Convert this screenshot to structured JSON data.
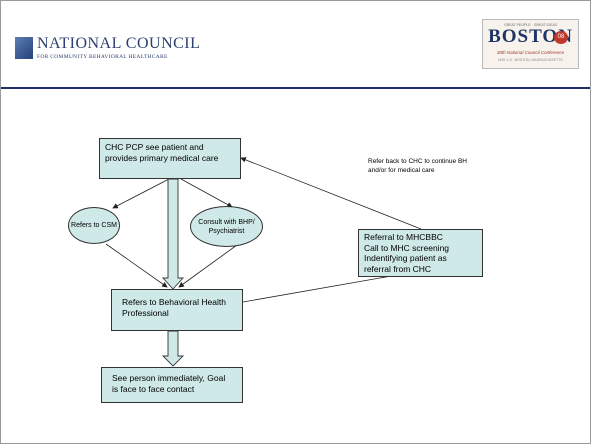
{
  "header": {
    "org_name": "NATIONAL COUNCIL",
    "org_sub": "FOR COMMUNITY BEHAVIORAL HEALTHCARE",
    "event_logo": {
      "tagline": "GREAT PEOPLE · GREAT IDEAS",
      "city": "BOSTON",
      "year_badge": "08",
      "subtitle": "38th National Council Conference",
      "fineprint": "MAY 1-3 · BOSTON, MASSACHUSETTS"
    }
  },
  "diagram": {
    "nodes": {
      "pcp": "CHC PCP see patient and provides primary medical care",
      "csm": "Refers to CSM",
      "consult": "Consult with BHP/ Psychiatrist",
      "bhp": "Refers to Behavioral Health Professional",
      "see_person": "See person immediately, Goal is face to face contact",
      "mhcbbc": "Referral to MHCBBC\nCall to MHC screening\nIndentifying patient as\nreferral from CHC",
      "refer_back": "Refer back to CHC to continue BH and/or for medical care"
    }
  },
  "colors": {
    "node_fill": "#cfe8e8",
    "header_rule": "#1c2f6b",
    "brand_navy": "#2c3f6e"
  }
}
